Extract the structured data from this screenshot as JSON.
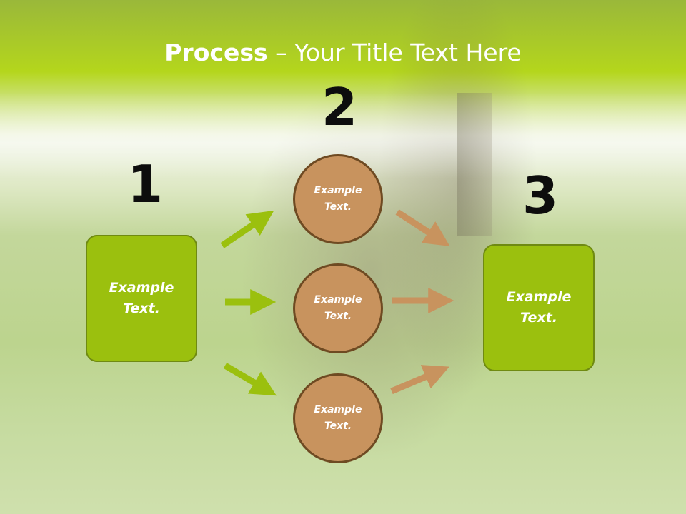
{
  "title": {
    "bold": "Process",
    "rest": " – Your Title Text Here"
  },
  "steps": {
    "one": "1",
    "two": "2",
    "three": "3"
  },
  "left_box": {
    "line1": "Example",
    "line2": "Text."
  },
  "circles": [
    {
      "line1": "Example",
      "line2": "Text."
    },
    {
      "line1": "Example",
      "line2": "Text."
    },
    {
      "line1": "Example",
      "line2": "Text."
    }
  ],
  "right_box": {
    "line1": "Example",
    "line2": "Text."
  },
  "colors": {
    "green": "#9bc00e",
    "brown": "#c8935e",
    "title_bar": "#b4d61c"
  }
}
